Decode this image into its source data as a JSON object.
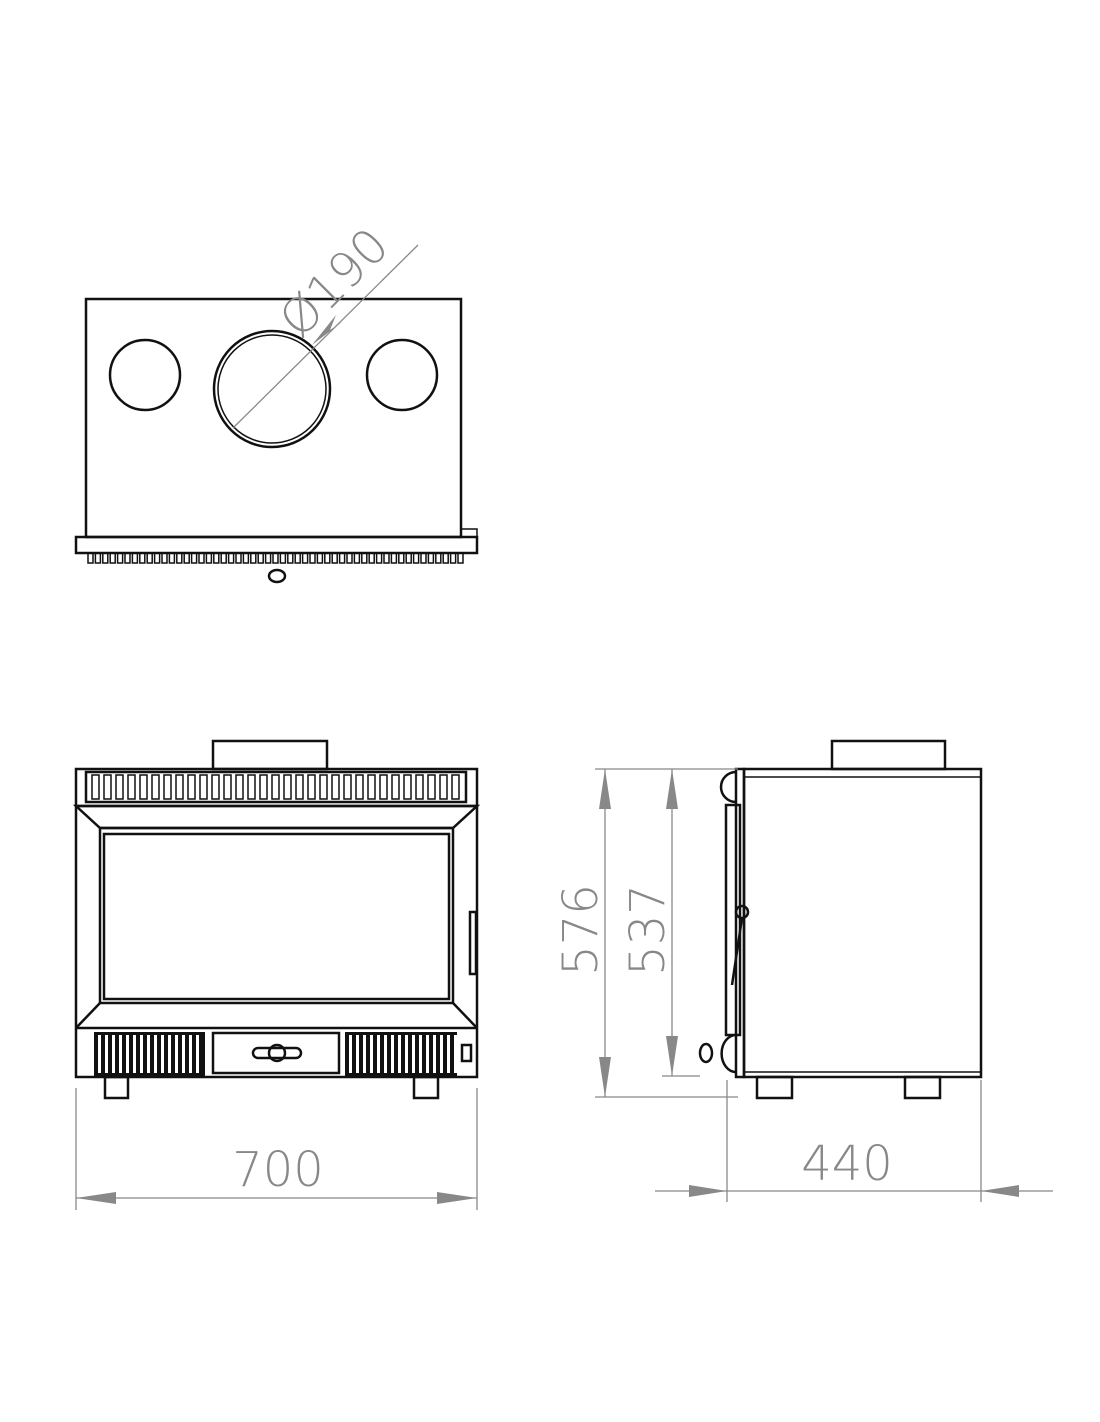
{
  "drawing": {
    "top_view": {
      "diameter_label": "Ø190"
    },
    "front_view": {
      "width_label": "700"
    },
    "side_view": {
      "depth_label": "440",
      "height_label": "576",
      "inner_height_label": "537"
    }
  },
  "colors": {
    "line": "#111111",
    "dimension": "#888888",
    "background": "#ffffff"
  }
}
